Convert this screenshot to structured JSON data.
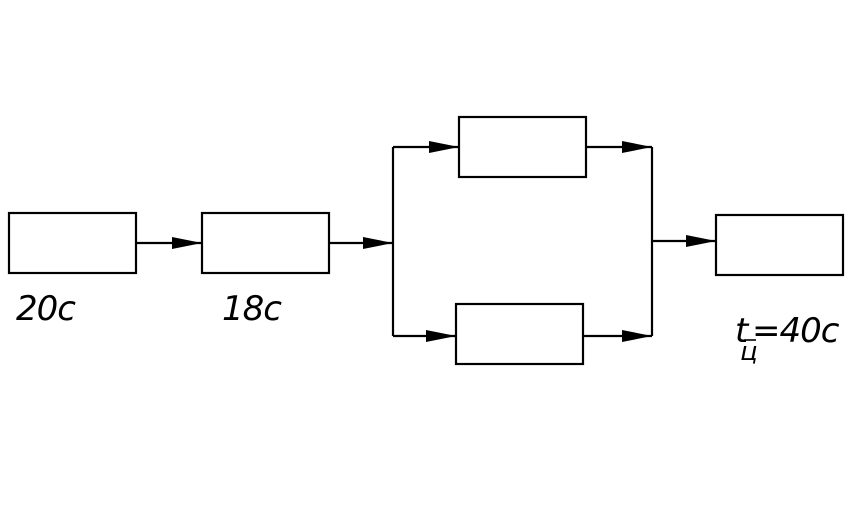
{
  "diagram": {
    "labels": {
      "block1_time": "20c",
      "block2_time": "18c",
      "cycle_symbol": "t",
      "cycle_subscript": "ц",
      "cycle_value": "=40c"
    },
    "colors": {
      "stroke": "#000000",
      "background": "#ffffff"
    }
  }
}
